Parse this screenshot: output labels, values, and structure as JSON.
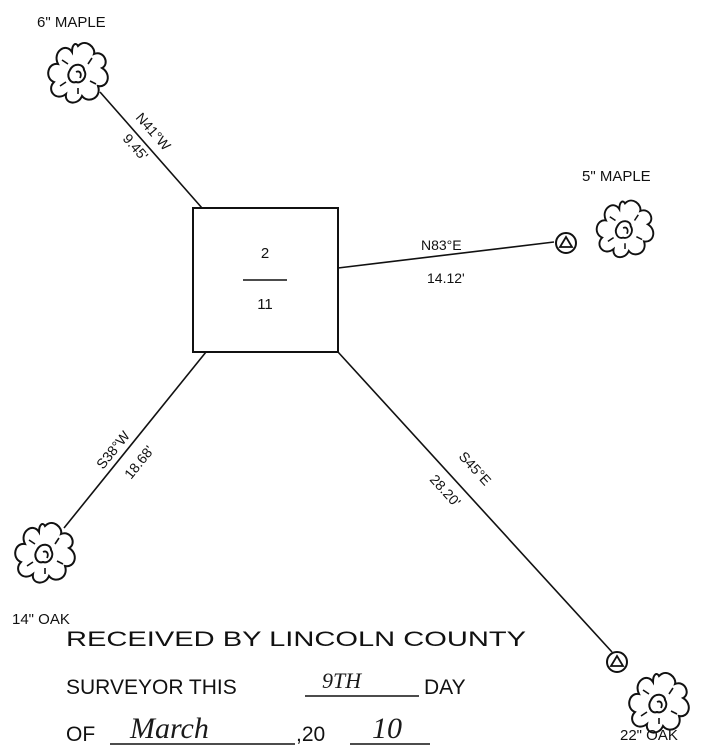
{
  "trees": {
    "nw": {
      "label": "6\" MAPLE"
    },
    "ne": {
      "label": "5\" MAPLE"
    },
    "sw": {
      "label": "14\" OAK"
    },
    "se": {
      "label": "22\" OAK"
    }
  },
  "corner": {
    "top": "2",
    "bottom": "11"
  },
  "ties": {
    "nw": {
      "bearing": "N41°W",
      "distance": "9.45'"
    },
    "ne": {
      "bearing": "N83°E",
      "distance": "14.12'"
    },
    "sw": {
      "bearing": "S38°W",
      "distance": "18.68'"
    },
    "se": {
      "bearing": "S45°E",
      "distance": "28.20'"
    }
  },
  "certificate": {
    "line1": "RECEIVED BY LINCOLN COUNTY",
    "line2_prefix": "SURVEYOR THIS",
    "day_handwritten": "9TH",
    "line2_suffix": "DAY",
    "line3_prefix": "OF",
    "month_handwritten": "March",
    "year_prefix": ",20",
    "year_handwritten": "10"
  }
}
